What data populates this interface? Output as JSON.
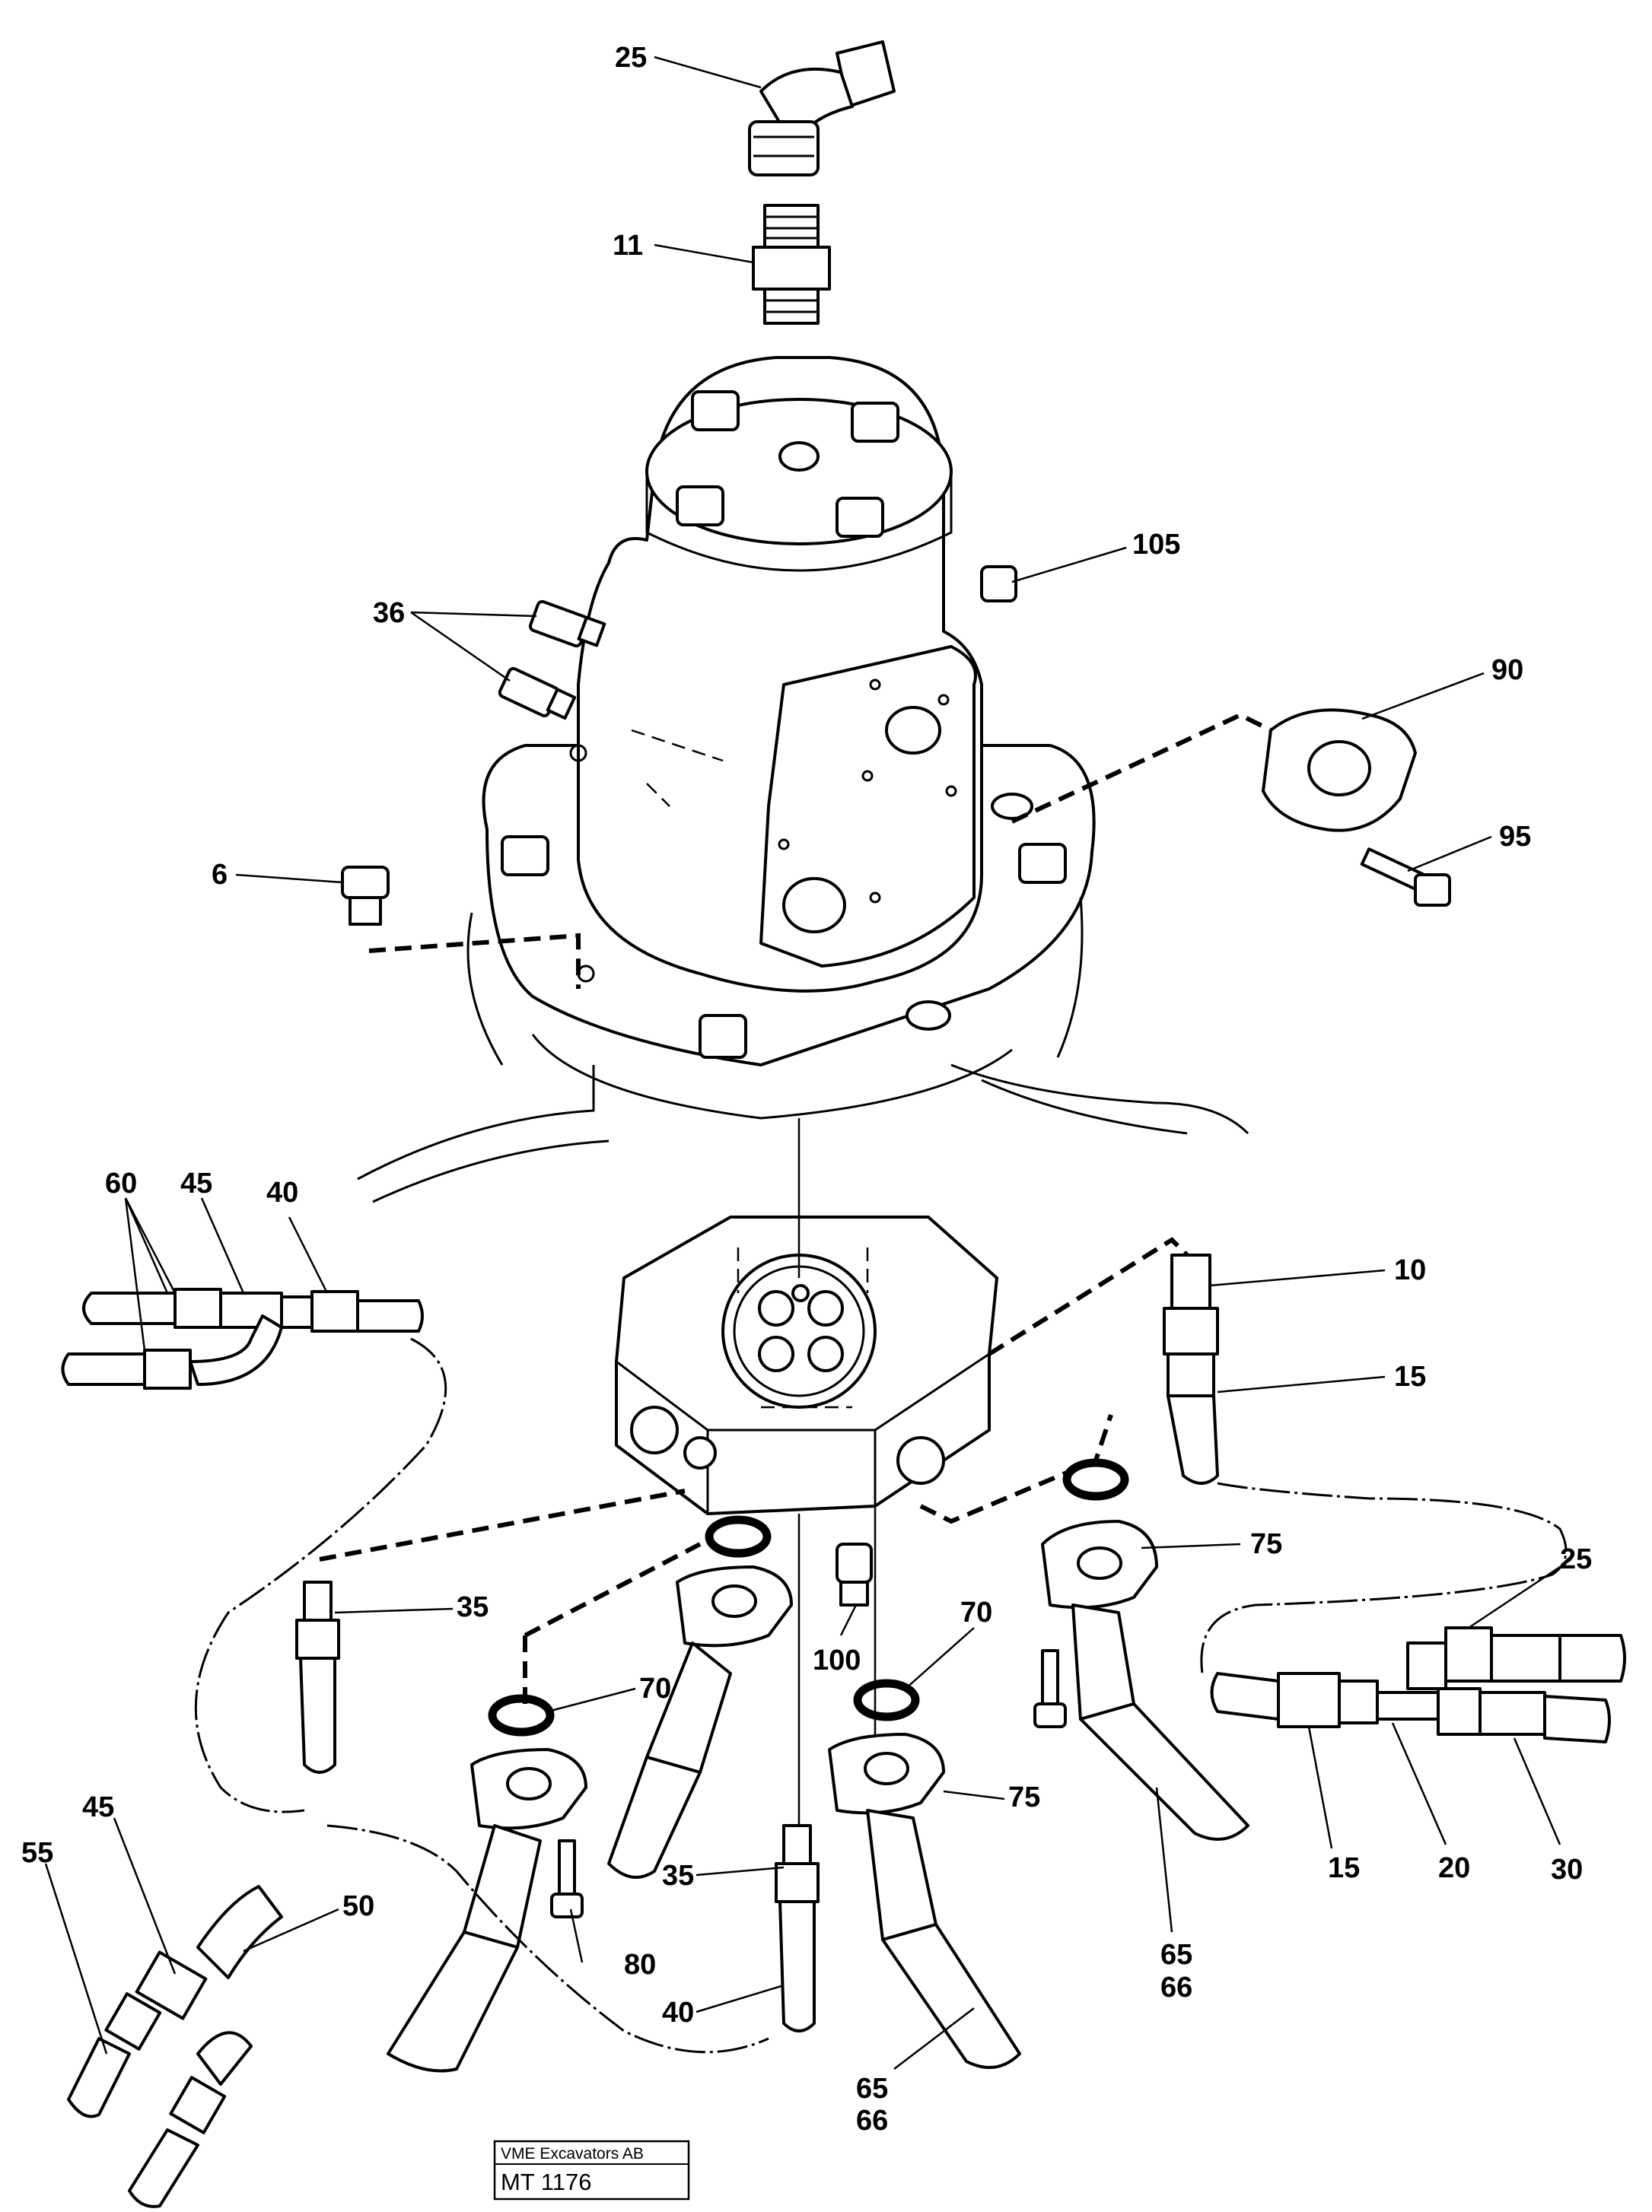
{
  "callouts": [
    {
      "id": "c25a",
      "text": "25"
    },
    {
      "id": "c11",
      "text": "11"
    },
    {
      "id": "c105",
      "text": "105"
    },
    {
      "id": "c36",
      "text": "36"
    },
    {
      "id": "c90",
      "text": "90"
    },
    {
      "id": "c95",
      "text": "95"
    },
    {
      "id": "c6",
      "text": "6"
    },
    {
      "id": "c60",
      "text": "60"
    },
    {
      "id": "c45a",
      "text": "45"
    },
    {
      "id": "c40a",
      "text": "40"
    },
    {
      "id": "c10",
      "text": "10"
    },
    {
      "id": "c15a",
      "text": "15"
    },
    {
      "id": "c75a",
      "text": "75"
    },
    {
      "id": "c25b",
      "text": "25"
    },
    {
      "id": "c35a",
      "text": "35"
    },
    {
      "id": "c70a",
      "text": "70"
    },
    {
      "id": "c70b",
      "text": "70"
    },
    {
      "id": "c100",
      "text": "100"
    },
    {
      "id": "c75b",
      "text": "75"
    },
    {
      "id": "c45b",
      "text": "45"
    },
    {
      "id": "c55",
      "text": "55"
    },
    {
      "id": "c50",
      "text": "50"
    },
    {
      "id": "c35b",
      "text": "35"
    },
    {
      "id": "c80",
      "text": "80"
    },
    {
      "id": "c40b",
      "text": "40"
    },
    {
      "id": "c65a",
      "text": "65"
    },
    {
      "id": "c66a",
      "text": "66"
    },
    {
      "id": "c65b",
      "text": "65"
    },
    {
      "id": "c66b",
      "text": "66"
    },
    {
      "id": "c15b",
      "text": "15"
    },
    {
      "id": "c20",
      "text": "20"
    },
    {
      "id": "c30",
      "text": "30"
    }
  ],
  "stamp": {
    "company": "VME Excavators AB",
    "drawing_number": "MT 1176"
  }
}
